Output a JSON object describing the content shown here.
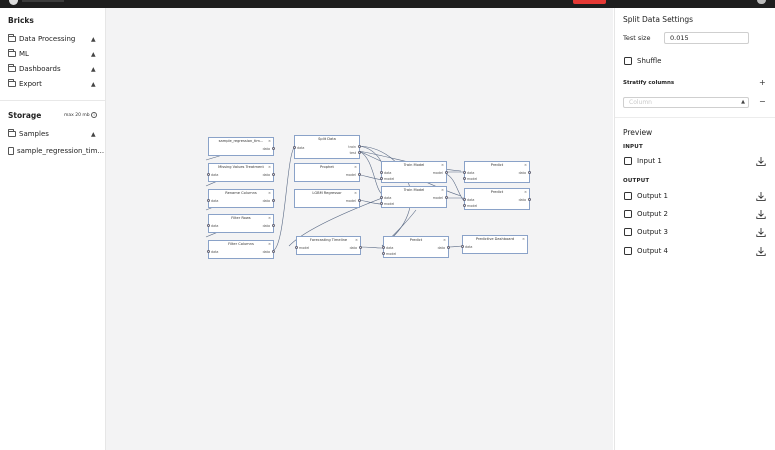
{
  "sidebar": {
    "bricks_title": "Bricks",
    "groups": [
      {
        "label": "Data Processing"
      },
      {
        "label": "ML"
      },
      {
        "label": "Dashboards"
      },
      {
        "label": "Export"
      }
    ],
    "storage_title": "Storage",
    "max_label": "max 20 mb",
    "samples_label": "Samples",
    "file_label": "sample_regression_tim..."
  },
  "canvas": {
    "nodes": [
      {
        "id": "n1",
        "title": "sample_regression_tim...",
        "outputs": [
          "data"
        ]
      },
      {
        "id": "n2",
        "title": "Missing Values Treatment",
        "inputs": [
          "data"
        ],
        "outputs": [
          "data"
        ]
      },
      {
        "id": "n3",
        "title": "Rename Columns",
        "inputs": [
          "data"
        ],
        "outputs": [
          "data"
        ]
      },
      {
        "id": "n4",
        "title": "Filter Rows",
        "inputs": [
          "data"
        ],
        "outputs": [
          "data"
        ]
      },
      {
        "id": "n5",
        "title": "Filter Columns",
        "inputs": [
          "data"
        ],
        "outputs": [
          "data"
        ]
      },
      {
        "id": "n6",
        "title": "Split Data",
        "inputs": [
          "data"
        ],
        "outputs": [
          "train",
          "test"
        ]
      },
      {
        "id": "n7",
        "title": "Prophet",
        "outputs": [
          "model"
        ]
      },
      {
        "id": "n8",
        "title": "LGBM Regressor",
        "outputs": [
          "model"
        ]
      },
      {
        "id": "n9",
        "title": "Forecasting Timeline",
        "inputs": [
          "model"
        ],
        "outputs": [
          "data"
        ]
      },
      {
        "id": "n10",
        "title": "Train Model",
        "inputs": [
          "data",
          "model"
        ],
        "outputs": [
          "model"
        ]
      },
      {
        "id": "n11",
        "title": "Train Model",
        "inputs": [
          "data",
          "model"
        ],
        "outputs": [
          "model"
        ]
      },
      {
        "id": "n12",
        "title": "Predict",
        "inputs": [
          "data",
          "model"
        ],
        "outputs": [
          "data"
        ]
      },
      {
        "id": "n13",
        "title": "Predict",
        "inputs": [
          "data",
          "model"
        ],
        "outputs": [
          "data"
        ]
      },
      {
        "id": "n14",
        "title": "Predict",
        "inputs": [
          "data",
          "model"
        ],
        "outputs": [
          "data"
        ]
      },
      {
        "id": "n15",
        "title": "Predictive Dashboard",
        "inputs": [
          "data"
        ]
      }
    ]
  },
  "panel": {
    "title": "Split Data Settings",
    "test_size_label": "Test size",
    "test_size_value": "0.015",
    "shuffle_label": "Shuffle",
    "stratify_label": "Stratify columns",
    "column_placeholder": "Column",
    "preview_title": "Preview",
    "input_header": "INPUT",
    "inputs": [
      "Input 1"
    ],
    "output_header": "OUTPUT",
    "outputs": [
      "Output 1",
      "Output 2",
      "Output 3",
      "Output 4"
    ]
  },
  "colors": {
    "topbar": "#1e1e1e",
    "accent_red": "#e53935",
    "node_border": "#8aa2c8",
    "canvas_bg": "#f3f3f4",
    "link": "#5a6a85"
  }
}
